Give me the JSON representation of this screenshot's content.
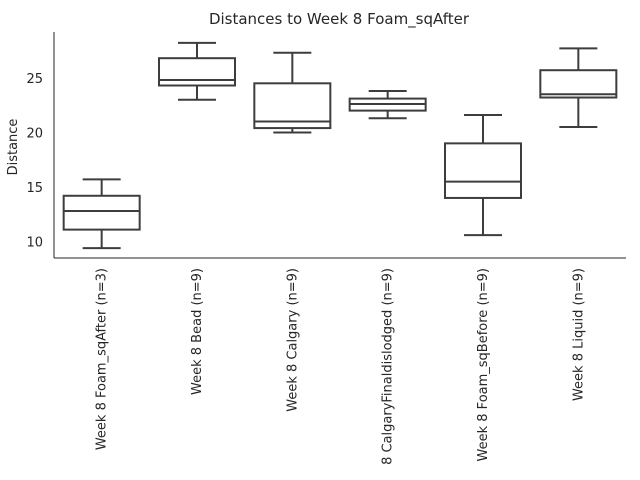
{
  "chart_data": {
    "type": "box",
    "title": "Distances to Week 8 Foam_sqAfter",
    "xlabel": "",
    "ylabel": "Distance",
    "ylim": [
      8.5,
      29.2
    ],
    "yticks": [
      10,
      15,
      20,
      25
    ],
    "grid": false,
    "categories": [
      "Week 8 Foam_sqAfter (n=3)",
      "Week 8 Bead (n=9)",
      "Week 8 Calgary (n=9)",
      "8 CalgaryFinaldislodged (n=9)",
      "Week 8 Foam_sqBefore (n=9)",
      "Week 8 Liquid (n=9)"
    ],
    "boxes": [
      {
        "whisker_low": 9.4,
        "q1": 11.1,
        "median": 12.8,
        "q3": 14.2,
        "whisker_high": 15.7
      },
      {
        "whisker_low": 23.0,
        "q1": 24.3,
        "median": 24.8,
        "q3": 26.8,
        "whisker_high": 28.2
      },
      {
        "whisker_low": 20.0,
        "q1": 20.4,
        "median": 21.0,
        "q3": 24.5,
        "whisker_high": 27.3
      },
      {
        "whisker_low": 21.3,
        "q1": 22.0,
        "median": 22.6,
        "q3": 23.1,
        "whisker_high": 23.8
      },
      {
        "whisker_low": 10.6,
        "q1": 14.0,
        "median": 15.5,
        "q3": 19.0,
        "whisker_high": 21.6
      },
      {
        "whisker_low": 20.5,
        "q1": 23.2,
        "median": 23.5,
        "q3": 25.7,
        "whisker_high": 27.7
      }
    ],
    "colors": {
      "box_line": "#3d3d3d",
      "axis": "#262626",
      "box_fill": "#ffffff"
    }
  }
}
